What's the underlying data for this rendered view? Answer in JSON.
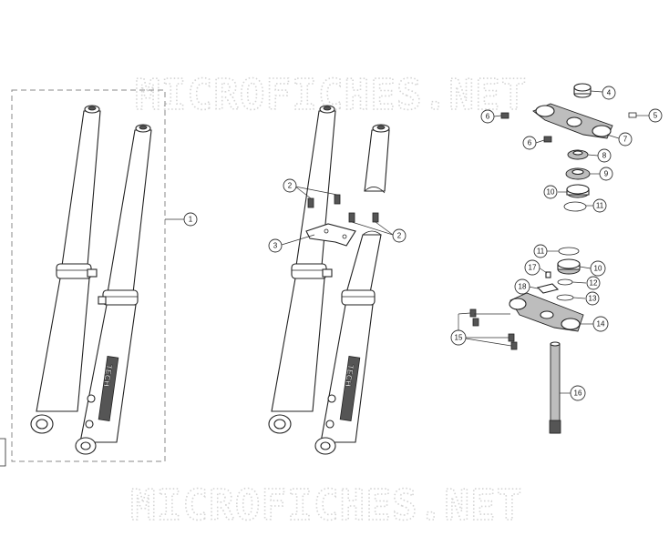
{
  "watermark": {
    "text": "MICROFICHES.NET"
  },
  "kit_brand": {
    "text": "TECH"
  },
  "callouts": {
    "c1": "1",
    "c2a": "2",
    "c2b": "2",
    "c3": "3",
    "c4": "4",
    "c5": "5",
    "c6a": "6",
    "c6b": "6",
    "c7": "7",
    "c8": "8",
    "c9": "9",
    "c10a": "10",
    "c11a": "11",
    "c11b": "11",
    "c10b": "10",
    "c12": "12",
    "c13": "13",
    "c14": "14",
    "c15": "15",
    "c16": "16",
    "c17": "17",
    "c18": "18"
  }
}
